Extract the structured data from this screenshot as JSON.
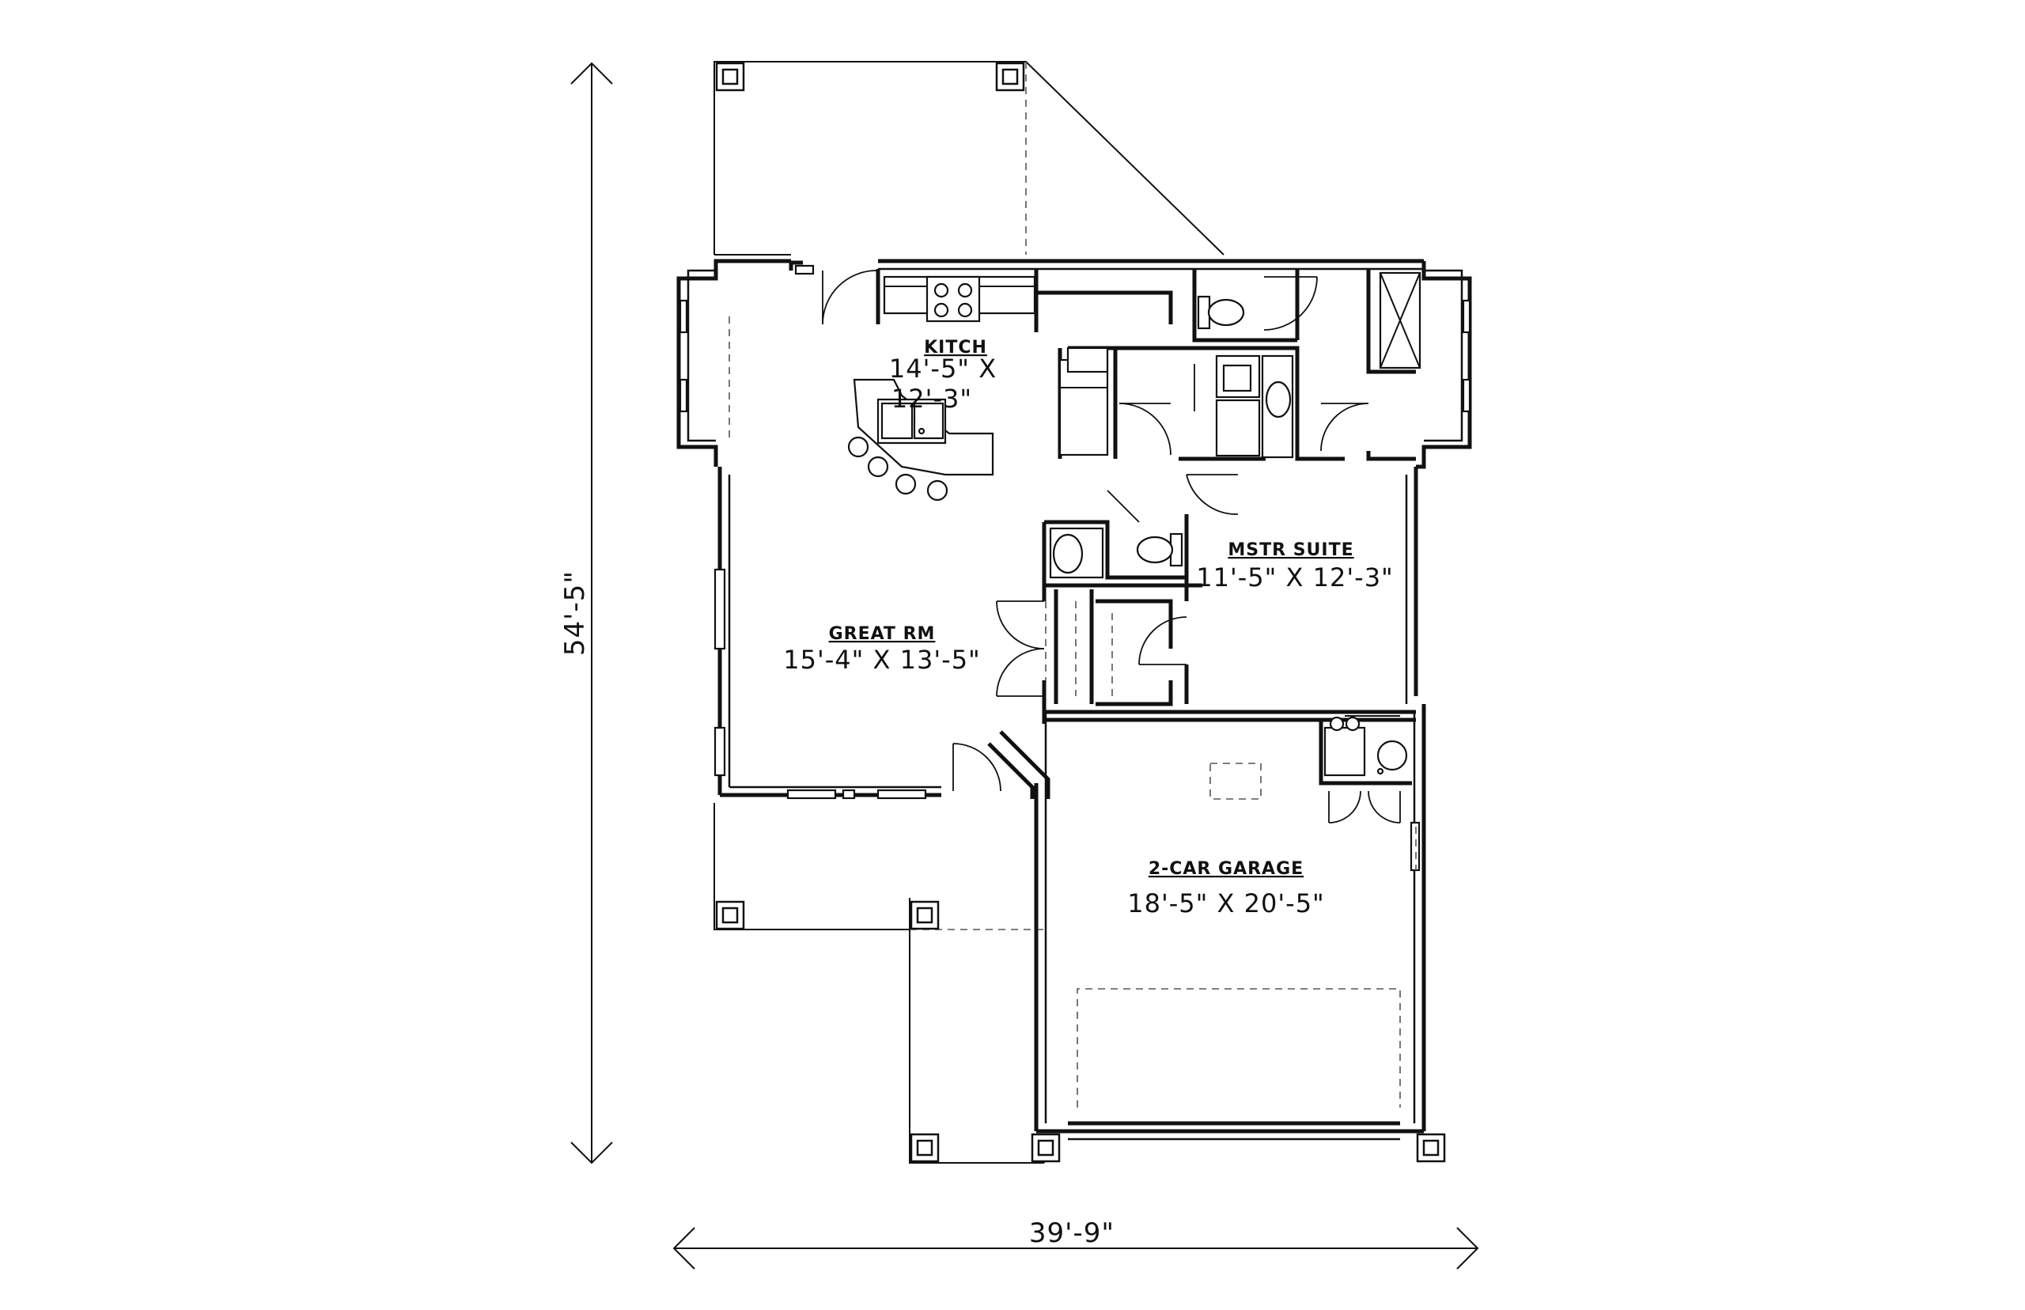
{
  "rooms": {
    "kitchen": {
      "name": "KITCH",
      "size_line1": "14'-5\" X",
      "size_line2": "12'-3\""
    },
    "great_room": {
      "name": "GREAT RM",
      "size": "15'-4\" X 13'-5\""
    },
    "master_suite": {
      "name": "MSTR SUITE",
      "size": "11'-5\" X 12'-3\""
    },
    "garage": {
      "name": "2-CAR GARAGE",
      "size": "18'-5\" X 20'-5\""
    }
  },
  "dimensions": {
    "overall_depth": "54'-5\"",
    "overall_width": "39'-9\""
  }
}
